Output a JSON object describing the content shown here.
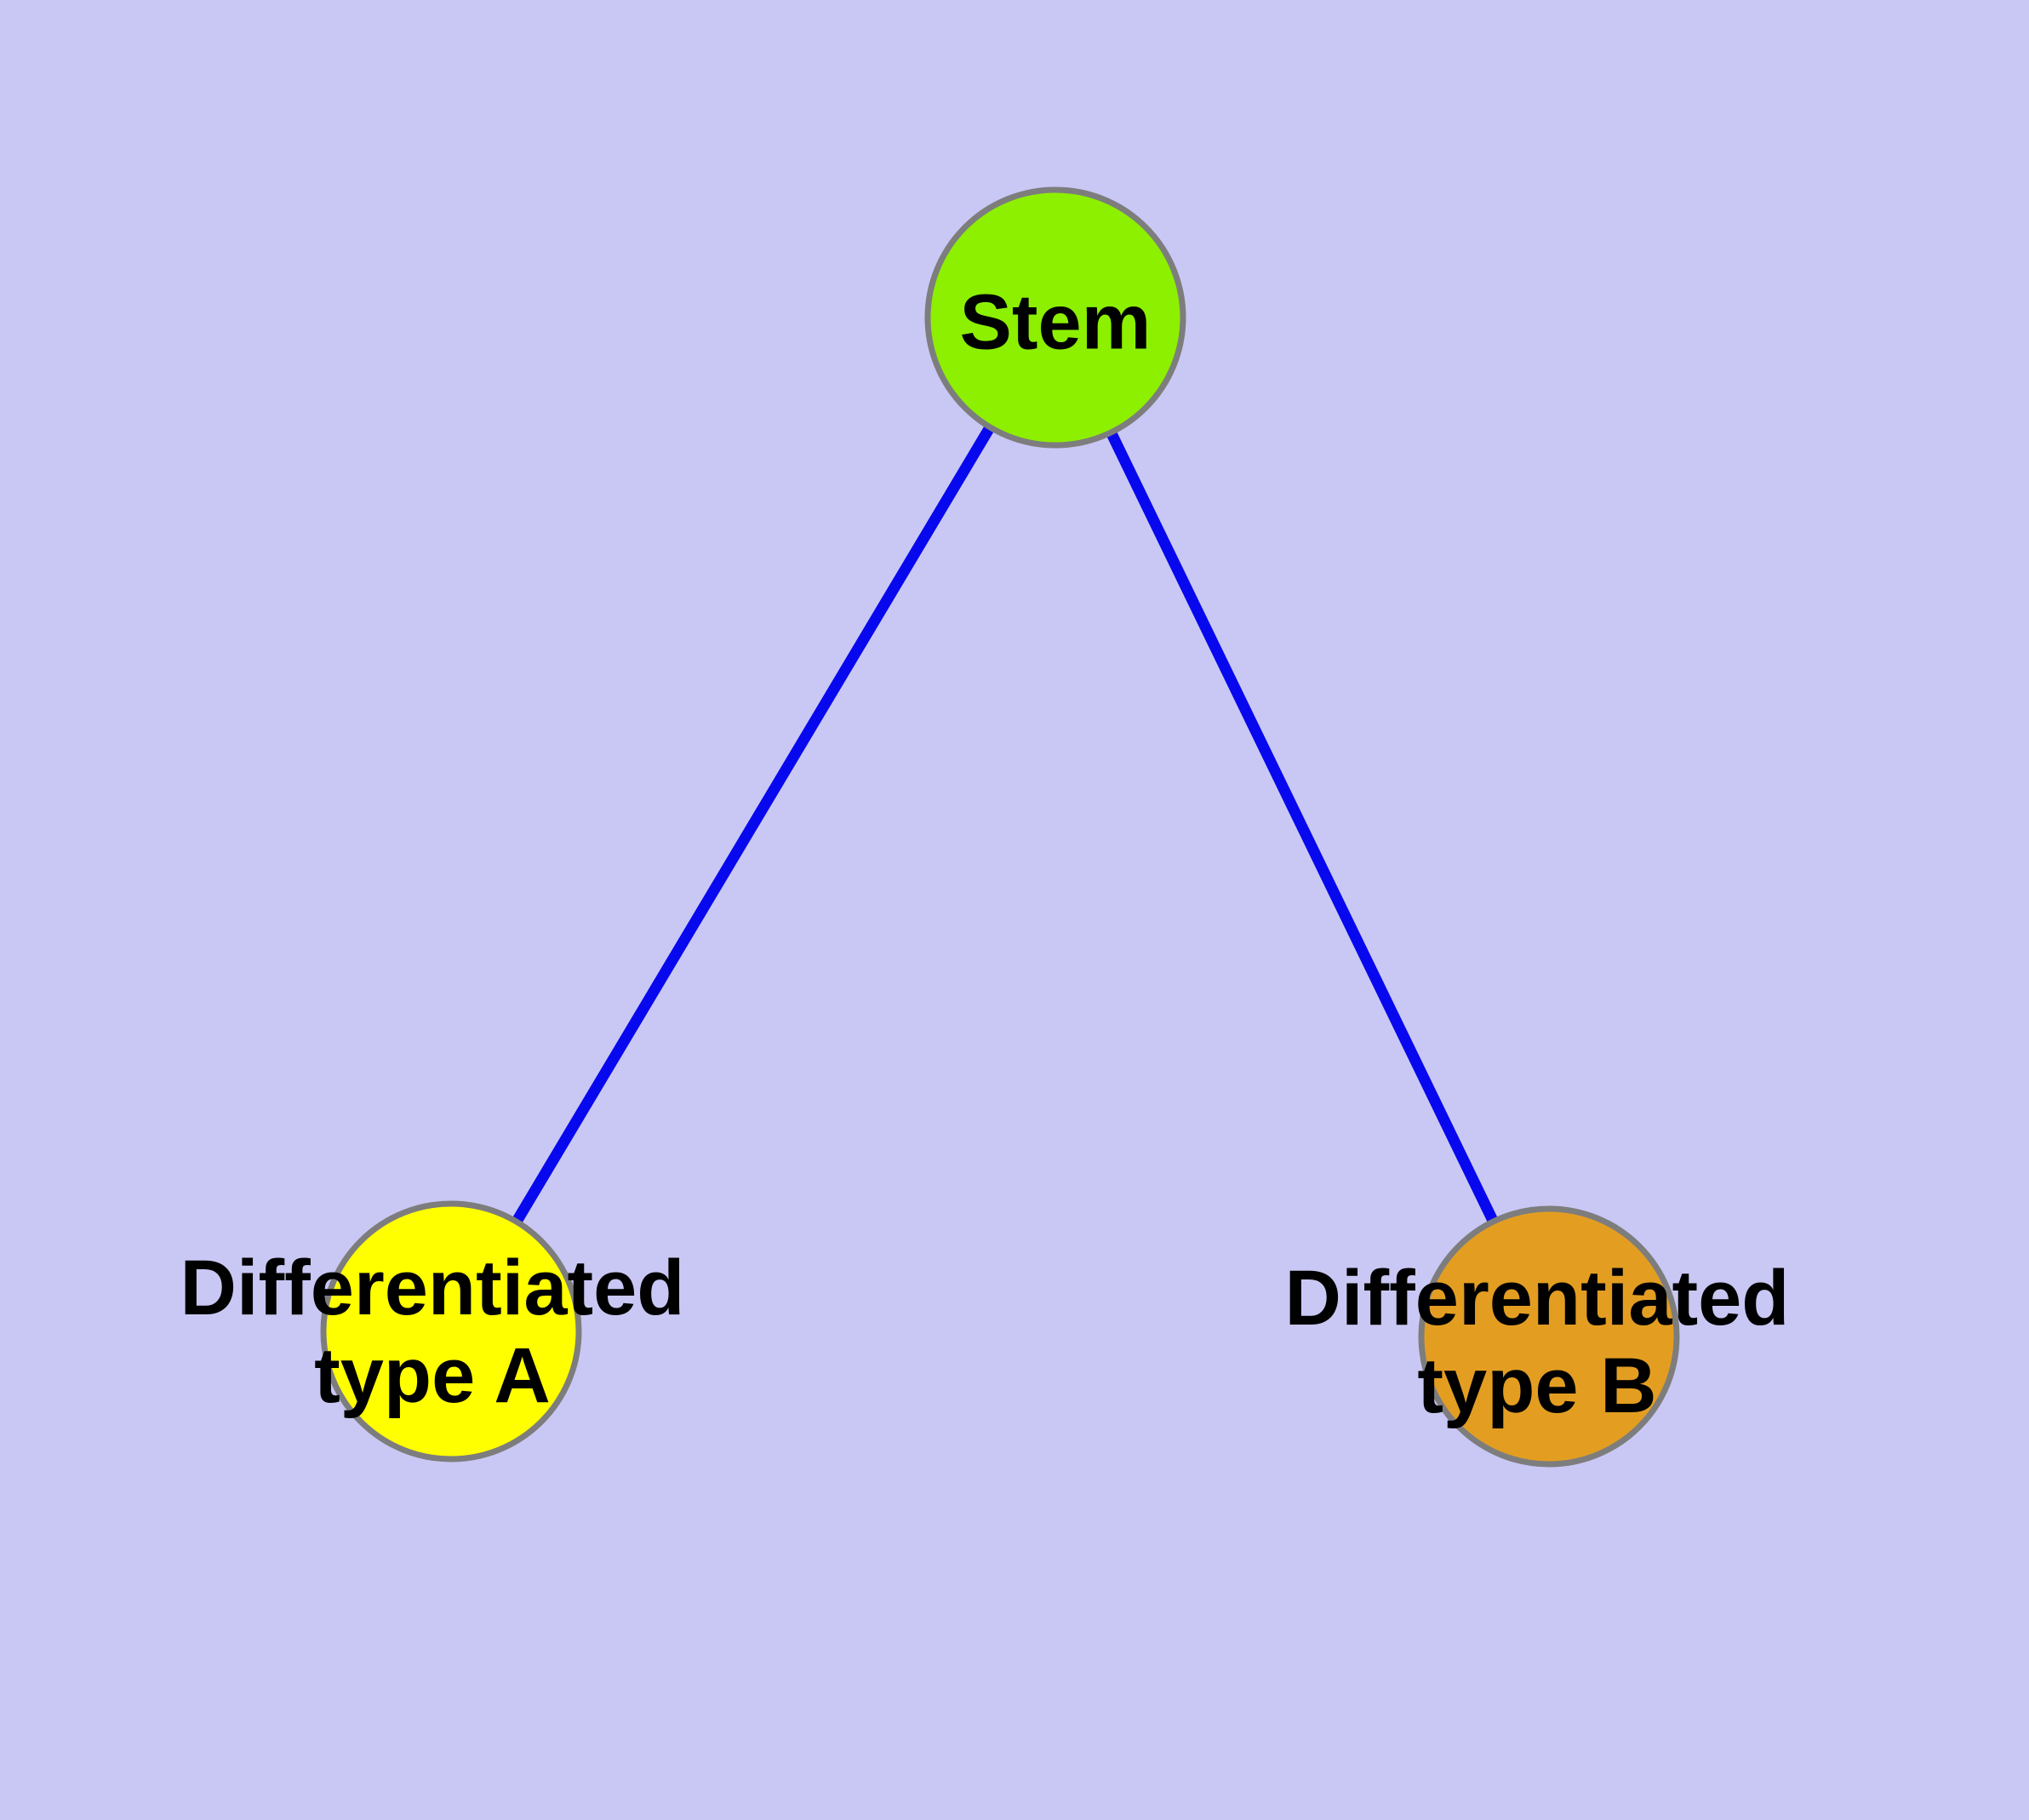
{
  "diagram": {
    "background_color": "#C9C8F4",
    "edge_color": "#0808EE",
    "node_border_color": "#7D7D7D",
    "label_color": "#000000",
    "nodes": [
      {
        "id": "stem",
        "label": "Stem",
        "color": "#8CF000"
      },
      {
        "id": "type-a",
        "label": "Differentiated\ntype A",
        "color": "#FFFF00"
      },
      {
        "id": "type-b",
        "label": "Differentiated\ntype B",
        "color": "#E39E22"
      }
    ],
    "edges": [
      {
        "from": "stem",
        "to": "type-a"
      },
      {
        "from": "stem",
        "to": "type-b"
      }
    ]
  }
}
